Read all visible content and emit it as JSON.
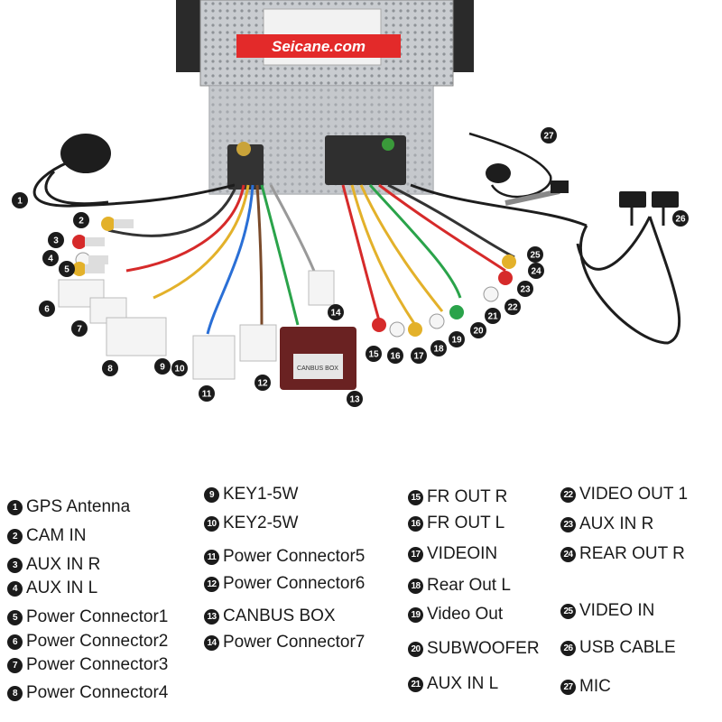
{
  "brand_label": "Seicane.com",
  "canbus_box_label": "CANBUS BOX",
  "callout_numbers": [
    "1",
    "2",
    "3",
    "4",
    "5",
    "6",
    "7",
    "8",
    "9",
    "10",
    "11",
    "12",
    "13",
    "14",
    "15",
    "16",
    "17",
    "18",
    "19",
    "20",
    "21",
    "22",
    "23",
    "24",
    "25",
    "26",
    "27"
  ],
  "legend": [
    {
      "num": "1",
      "label": "GPS Antenna"
    },
    {
      "num": "2",
      "label": "CAM IN"
    },
    {
      "num": "3",
      "label": "AUX IN R"
    },
    {
      "num": "4",
      "label": "AUX IN L"
    },
    {
      "num": "5",
      "label": "Power Connector1"
    },
    {
      "num": "6",
      "label": "Power Connector2"
    },
    {
      "num": "7",
      "label": "Power Connector3"
    },
    {
      "num": "8",
      "label": "Power Connector4"
    },
    {
      "num": "9",
      "label": "KEY1-5W"
    },
    {
      "num": "10",
      "label": "KEY2-5W"
    },
    {
      "num": "11",
      "label": "Power Connector5"
    },
    {
      "num": "12",
      "label": "Power Connector6"
    },
    {
      "num": "13",
      "label": "CANBUS BOX"
    },
    {
      "num": "14",
      "label": "Power Connector7"
    },
    {
      "num": "15",
      "label": "FR OUT R"
    },
    {
      "num": "16",
      "label": "FR OUT L"
    },
    {
      "num": "17",
      "label": "VIDEOIN"
    },
    {
      "num": "18",
      "label": "Rear Out L"
    },
    {
      "num": "19",
      "label": "Video Out"
    },
    {
      "num": "20",
      "label": "SUBWOOFER"
    },
    {
      "num": "21",
      "label": "AUX IN L"
    },
    {
      "num": "22",
      "label": "VIDEO OUT 1"
    },
    {
      "num": "23",
      "label": "AUX IN R"
    },
    {
      "num": "24",
      "label": "REAR OUT R"
    },
    {
      "num": "25",
      "label": "VIDEO IN"
    },
    {
      "num": "26",
      "label": "USB CABLE"
    },
    {
      "num": "27",
      "label": "MIC"
    }
  ]
}
